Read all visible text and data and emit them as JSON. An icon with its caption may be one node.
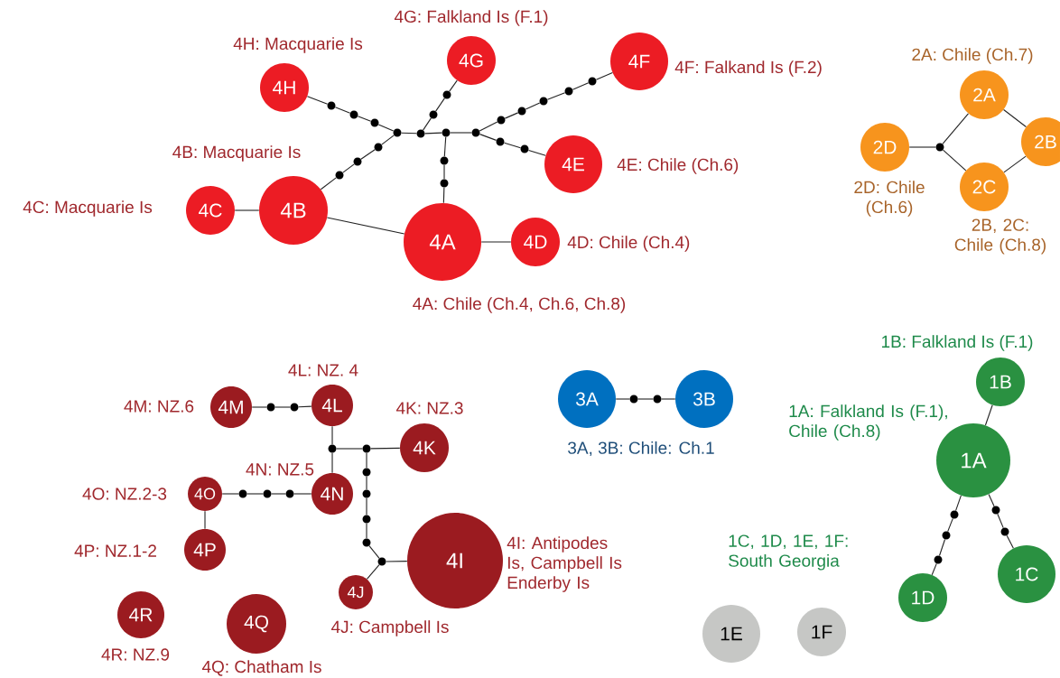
{
  "diagram": {
    "nodes": [
      {
        "text": [
          "4H"
        ],
        "beside": [
          "4H: Macquarie Is"
        ]
      },
      {
        "text": [
          "4G"
        ],
        "beside": [
          "4G: Falkland Is (F.1)"
        ]
      },
      {
        "text": [
          "4F"
        ],
        "beside": [
          "4F: Falkand Is (F.2)"
        ]
      },
      {
        "text": [
          "4B"
        ],
        "beside": [
          "4B: Macquarie Is"
        ]
      },
      {
        "text": [
          "4C"
        ],
        "beside": [
          "4C: Macquarie Is"
        ]
      },
      {
        "text": [
          "4E"
        ],
        "beside": [
          "4E: Chile (Ch.6)"
        ]
      },
      {
        "text": [
          "4A"
        ],
        "beside": [
          "4A: Chile (Ch.4, Ch.6, Ch.8)"
        ]
      },
      {
        "text": [
          "4D"
        ],
        "beside": [
          "4D: Chile (Ch.4)"
        ]
      },
      {
        "text": [
          "2A"
        ],
        "beside": [
          "2A: Chile (Ch.7)"
        ]
      },
      {
        "text": [
          "2D"
        ],
        "beside": [
          "2D: Chile (Ch.6)"
        ]
      },
      {
        "text": [
          "2B"
        ]
      },
      {
        "text": [
          "2C"
        ]
      },
      {
        "text": [
          "3A"
        ]
      },
      {
        "text": [
          "3B"
        ]
      },
      {
        "text": [
          "1B"
        ],
        "beside": [
          "1B: Falkland Is (F.1)"
        ]
      },
      {
        "text": [
          "1A"
        ],
        "beside": [
          "1A: Falkland Is (F.1), Chile (Ch.8)"
        ]
      },
      {
        "text": [
          "4M"
        ],
        "beside": [
          "4M: NZ.6"
        ]
      },
      {
        "text": [
          "4L"
        ],
        "beside": [
          "4L: NZ. 4"
        ]
      },
      {
        "text": [
          "4K"
        ],
        "beside": [
          "4K: NZ.3"
        ]
      },
      {
        "text": [
          "4O"
        ],
        "beside": [
          "4O: NZ.2-3"
        ]
      },
      {
        "text": [
          "4N"
        ],
        "beside": [
          "4N: NZ.5"
        ]
      },
      {
        "text": [
          "4P"
        ],
        "beside": [
          "4P: NZ.1-2"
        ]
      },
      {
        "text": [
          "4I"
        ],
        "beside": [
          "4I: Antipodes Is, Campbell Is Enderby Is"
        ]
      },
      {
        "text": [
          "4J"
        ],
        "beside": [
          "4J: Campbell Is"
        ]
      },
      {
        "text": [
          "1C"
        ]
      },
      {
        "text": [
          "1D"
        ]
      },
      {
        "text": [
          "4R"
        ],
        "beside": [
          "4R: NZ.9"
        ]
      },
      {
        "text": [
          "4Q"
        ],
        "beside": [
          "4Q: Chatham Is"
        ]
      },
      {
        "text": [
          "1E"
        ]
      },
      {
        "text": [
          "1F"
        ]
      },
      {
        "text": [],
        "shape": "circle"
      },
      {
        "text": [],
        "shape": "circle"
      },
      {
        "text": [],
        "shape": "circle"
      },
      {
        "text": [],
        "shape": "circle"
      },
      {
        "text": [],
        "shape": "circle"
      },
      {
        "text": [],
        "shape": "circle"
      },
      {
        "text": [],
        "shape": "circle"
      },
      {
        "text": [],
        "shape": "circle"
      },
      {
        "text": [],
        "shape": "circle"
      },
      {
        "text": [],
        "shape": "circle"
      },
      {
        "text": [],
        "shape": "circle"
      },
      {
        "text": [],
        "shape": "circle"
      },
      {
        "text": [],
        "shape": "circle"
      },
      {
        "text": [],
        "shape": "circle"
      },
      {
        "text": [],
        "shape": "circle"
      },
      {
        "text": [],
        "shape": "circle"
      },
      {
        "text": [],
        "shape": "circle"
      },
      {
        "text": [],
        "shape": "circle"
      },
      {
        "text": [],
        "shape": "circle"
      },
      {
        "text": [],
        "shape": "circle"
      },
      {
        "text": [],
        "shape": "circle"
      },
      {
        "text": [],
        "shape": "circle"
      },
      {
        "text": [],
        "shape": "circle"
      },
      {
        "text": [],
        "shape": "circle"
      },
      {
        "text": [],
        "shape": "circle"
      },
      {
        "text": [],
        "shape": "circle"
      },
      {
        "text": [],
        "shape": "circle"
      },
      {
        "text": [],
        "shape": "circle"
      },
      {
        "text": [],
        "shape": "circle"
      },
      {
        "text": [],
        "shape": "circle"
      },
      {
        "text": [],
        "shape": "circle"
      },
      {
        "text": [],
        "shape": "circle"
      },
      {
        "text": [],
        "shape": "circle"
      },
      {
        "text": [],
        "shape": "circle"
      },
      {
        "text": [],
        "shape": "circle"
      },
      {
        "text": [],
        "shape": "circle"
      },
      {
        "text": [],
        "shape": "circle"
      },
      {
        "text": [],
        "shape": "circle"
      },
      {
        "text": [],
        "shape": "circle"
      },
      {
        "text": [],
        "shape": "circle"
      },
      {
        "text": [],
        "shape": "circle"
      }
    ],
    "edges": [
      {
        "from": 0,
        "to": 30,
        "arrow": "none"
      },
      {
        "from": 30,
        "to": 31,
        "arrow": "none"
      },
      {
        "from": 31,
        "to": 32,
        "arrow": "none"
      },
      {
        "from": 32,
        "to": 33,
        "arrow": "none"
      },
      {
        "from": 33,
        "to": 34,
        "arrow": "none"
      },
      {
        "from": 34,
        "to": 35,
        "arrow": "none"
      },
      {
        "from": 35,
        "to": 36,
        "arrow": "none"
      },
      {
        "from": 36,
        "to": 1,
        "arrow": "none"
      },
      {
        "from": 3,
        "to": 39,
        "arrow": "none"
      },
      {
        "from": 39,
        "to": 38,
        "arrow": "none"
      },
      {
        "from": 38,
        "to": 37,
        "arrow": "none"
      },
      {
        "from": 37,
        "to": 33,
        "arrow": "none"
      },
      {
        "from": 34,
        "to": 40,
        "arrow": "none"
      },
      {
        "from": 40,
        "to": 41,
        "arrow": "none"
      },
      {
        "from": 41,
        "to": 42,
        "arrow": "none"
      },
      {
        "from": 42,
        "to": 6,
        "arrow": "none"
      },
      {
        "from": 40,
        "to": 43,
        "arrow": "none"
      },
      {
        "from": 43,
        "to": 44,
        "arrow": "none"
      },
      {
        "from": 44,
        "to": 45,
        "arrow": "none"
      },
      {
        "from": 45,
        "to": 46,
        "arrow": "none"
      },
      {
        "from": 46,
        "to": 47,
        "arrow": "none"
      },
      {
        "from": 47,
        "to": 48,
        "arrow": "none"
      },
      {
        "from": 48,
        "to": 2,
        "arrow": "none"
      },
      {
        "from": 43,
        "to": 49,
        "arrow": "none"
      },
      {
        "from": 49,
        "to": 50,
        "arrow": "none"
      },
      {
        "from": 50,
        "to": 5,
        "arrow": "none"
      },
      {
        "from": 4,
        "to": 3,
        "arrow": "none"
      },
      {
        "from": 3,
        "to": 6,
        "arrow": "none"
      },
      {
        "from": 6,
        "to": 7,
        "arrow": "none"
      },
      {
        "from": 9,
        "to": 51,
        "arrow": "none"
      },
      {
        "from": 51,
        "to": 8,
        "arrow": "none"
      },
      {
        "from": 51,
        "to": 11,
        "arrow": "none"
      },
      {
        "from": 8,
        "to": 10,
        "arrow": "none"
      },
      {
        "from": 11,
        "to": 10,
        "arrow": "none"
      },
      {
        "from": 12,
        "to": 52,
        "arrow": "none"
      },
      {
        "from": 52,
        "to": 53,
        "arrow": "none"
      },
      {
        "from": 53,
        "to": 13,
        "arrow": "none"
      },
      {
        "from": 14,
        "to": 15,
        "arrow": "none"
      },
      {
        "from": 15,
        "to": 54,
        "arrow": "none"
      },
      {
        "from": 54,
        "to": 55,
        "arrow": "none"
      },
      {
        "from": 55,
        "to": 24,
        "arrow": "none"
      },
      {
        "from": 15,
        "to": 56,
        "arrow": "none"
      },
      {
        "from": 56,
        "to": 57,
        "arrow": "none"
      },
      {
        "from": 57,
        "to": 58,
        "arrow": "none"
      },
      {
        "from": 58,
        "to": 25,
        "arrow": "none"
      },
      {
        "from": 16,
        "to": 59,
        "arrow": "none"
      },
      {
        "from": 59,
        "to": 60,
        "arrow": "none"
      },
      {
        "from": 60,
        "to": 17,
        "arrow": "none"
      },
      {
        "from": 17,
        "to": 61,
        "arrow": "none"
      },
      {
        "from": 61,
        "to": 20,
        "arrow": "none"
      },
      {
        "from": 61,
        "to": 62,
        "arrow": "none"
      },
      {
        "from": 62,
        "to": 18,
        "arrow": "none"
      },
      {
        "from": 62,
        "to": 63,
        "arrow": "none"
      },
      {
        "from": 63,
        "to": 64,
        "arrow": "none"
      },
      {
        "from": 64,
        "to": 65,
        "arrow": "none"
      },
      {
        "from": 65,
        "to": 66,
        "arrow": "none"
      },
      {
        "from": 66,
        "to": 67,
        "arrow": "none"
      },
      {
        "from": 67,
        "to": 22,
        "arrow": "none"
      },
      {
        "from": 67,
        "to": 23,
        "arrow": "none"
      },
      {
        "from": 19,
        "to": 68,
        "arrow": "none"
      },
      {
        "from": 68,
        "to": 69,
        "arrow": "none"
      },
      {
        "from": 69,
        "to": 70,
        "arrow": "none"
      },
      {
        "from": 70,
        "to": 20,
        "arrow": "none"
      },
      {
        "from": 19,
        "to": 21,
        "arrow": "none"
      }
    ],
    "labels": [
      "2B, 2C: Chile (Ch.8)",
      "3A, 3B: Chile: Ch.1",
      "1C, 1D, 1E, 1F: South Georgia"
    ]
  }
}
